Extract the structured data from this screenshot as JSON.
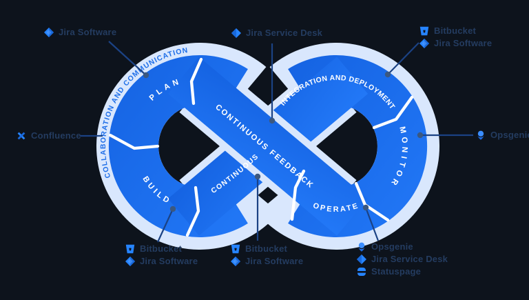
{
  "diagram": {
    "title": "devops-infinity-loop",
    "segments": {
      "plan": "PLAN",
      "build": "BUILD",
      "collaboration": "COLLABORATION AND COMMUNICATION",
      "continuous": "CONTINUOUS",
      "feedback": "CONTINUOUS FEEDBACK",
      "integration": "INTEGRATION AND DEPLOYMENT",
      "monitor": "MONITOR",
      "operate": "OPERATE"
    },
    "colors": {
      "loop_blue": "#1b6ef2",
      "loop_blue_dark": "#1563e2",
      "halo_light_blue": "#d9e7fd",
      "separator_white": "#ffffff",
      "ring_text_blue": "#1f6fe8",
      "segment_text": "#ffffff",
      "connector_line": "#1b4284",
      "connector_dot": "#3b5880",
      "label_text": "#243c60",
      "background": "#0d131c"
    }
  },
  "callouts": {
    "top_left": {
      "items": [
        {
          "label": "Jira Software",
          "icon": "jira-software-icon"
        }
      ]
    },
    "top_center": {
      "items": [
        {
          "label": "Jira Service Desk",
          "icon": "jira-service-desk-icon"
        }
      ]
    },
    "top_right": {
      "items": [
        {
          "label": "Bitbucket",
          "icon": "bitbucket-icon"
        },
        {
          "label": "Jira Software",
          "icon": "jira-software-icon"
        }
      ]
    },
    "left": {
      "items": [
        {
          "label": "Confluence",
          "icon": "confluence-icon"
        }
      ]
    },
    "right": {
      "items": [
        {
          "label": "Opsgenie",
          "icon": "opsgenie-icon"
        }
      ]
    },
    "bottom_left": {
      "items": [
        {
          "label": "Bitbucket",
          "icon": "bitbucket-icon"
        },
        {
          "label": "Jira Software",
          "icon": "jira-software-icon"
        }
      ]
    },
    "bottom_center": {
      "items": [
        {
          "label": "Bitbucket",
          "icon": "bitbucket-icon"
        },
        {
          "label": "Jira Software",
          "icon": "jira-software-icon"
        }
      ]
    },
    "bottom_right": {
      "items": [
        {
          "label": "Opsgenie",
          "icon": "opsgenie-icon"
        },
        {
          "label": "Jira Service Desk",
          "icon": "jira-service-desk-icon"
        },
        {
          "label": "Statuspage",
          "icon": "statuspage-icon"
        }
      ]
    }
  }
}
